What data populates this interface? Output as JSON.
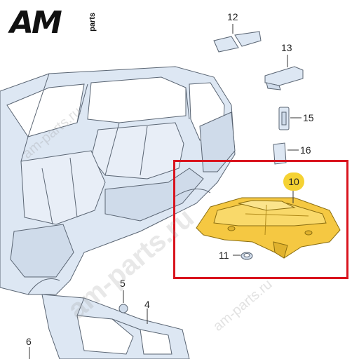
{
  "logo": {
    "brand": "AM",
    "sub": "parts"
  },
  "watermarks": {
    "main": "am-parts.ru",
    "secondary": "am-parts.ru",
    "tertiary": "am-parts.ru"
  },
  "callouts": {
    "c12": "12",
    "c13": "13",
    "c15": "15",
    "c16": "16",
    "c10": "10",
    "c11": "11",
    "c5": "5",
    "c4": "4",
    "c6": "6"
  },
  "colors": {
    "highlight_frame": "#d9141e",
    "part_fill": "#f5c842",
    "body_fill": "#dde7f3",
    "line": "#5a6573",
    "callout_badge": "#f5d233"
  },
  "icons": {
    "logo": "am-parts-logo"
  }
}
